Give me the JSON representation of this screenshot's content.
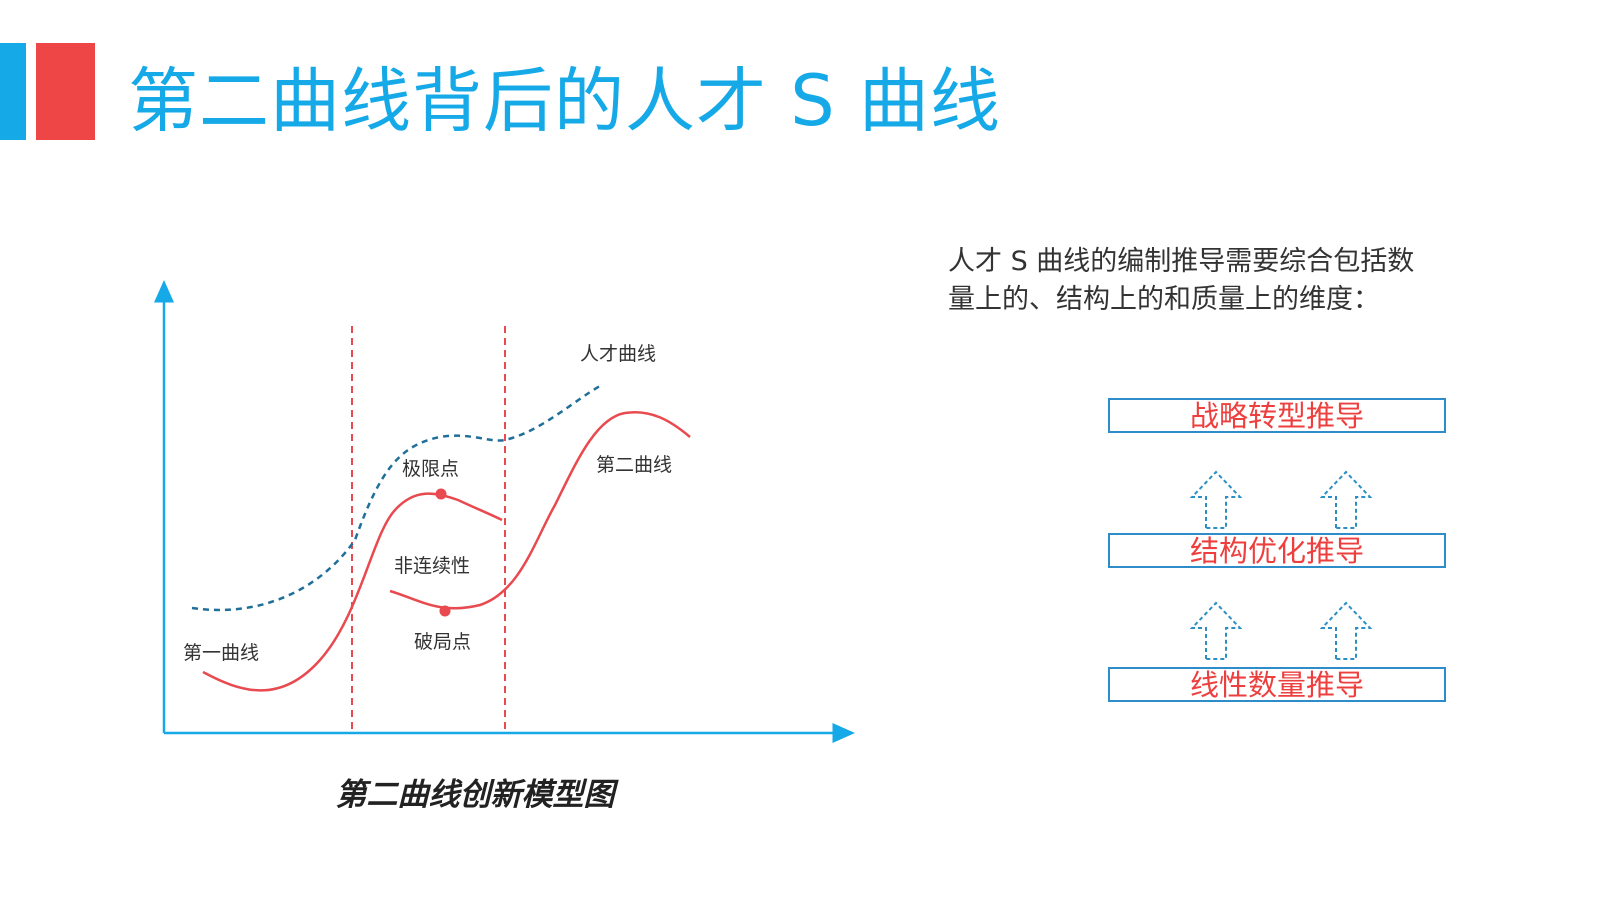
{
  "header": {
    "title": "第二曲线背后的人才 S 曲线",
    "accent_blue": "#16a9e8",
    "accent_red": "#ee4646"
  },
  "diagram": {
    "labels": {
      "first_curve": "第一曲线",
      "talent_curve": "人才曲线",
      "second_curve": "第二曲线",
      "limit_point": "极限点",
      "discontinuity": "非连续性",
      "break_point": "破局点"
    },
    "caption": "第二曲线创新模型图"
  },
  "intro": {
    "line1": "人才 S 曲线的编制推导需要综合包括数",
    "line2": "量上的、结构上的和质量上的维度："
  },
  "steps": [
    {
      "label": "战略转型推导"
    },
    {
      "label": "结构优化推导"
    },
    {
      "label": "线性数量推导"
    }
  ],
  "colors": {
    "curve_red": "#e84a4f",
    "talent_dashed": "#1f6f9a",
    "axis": "#16a9e8",
    "divider": "#e84a4f",
    "box_border": "#2e8cc8",
    "arrow": "#2b8fc4"
  }
}
